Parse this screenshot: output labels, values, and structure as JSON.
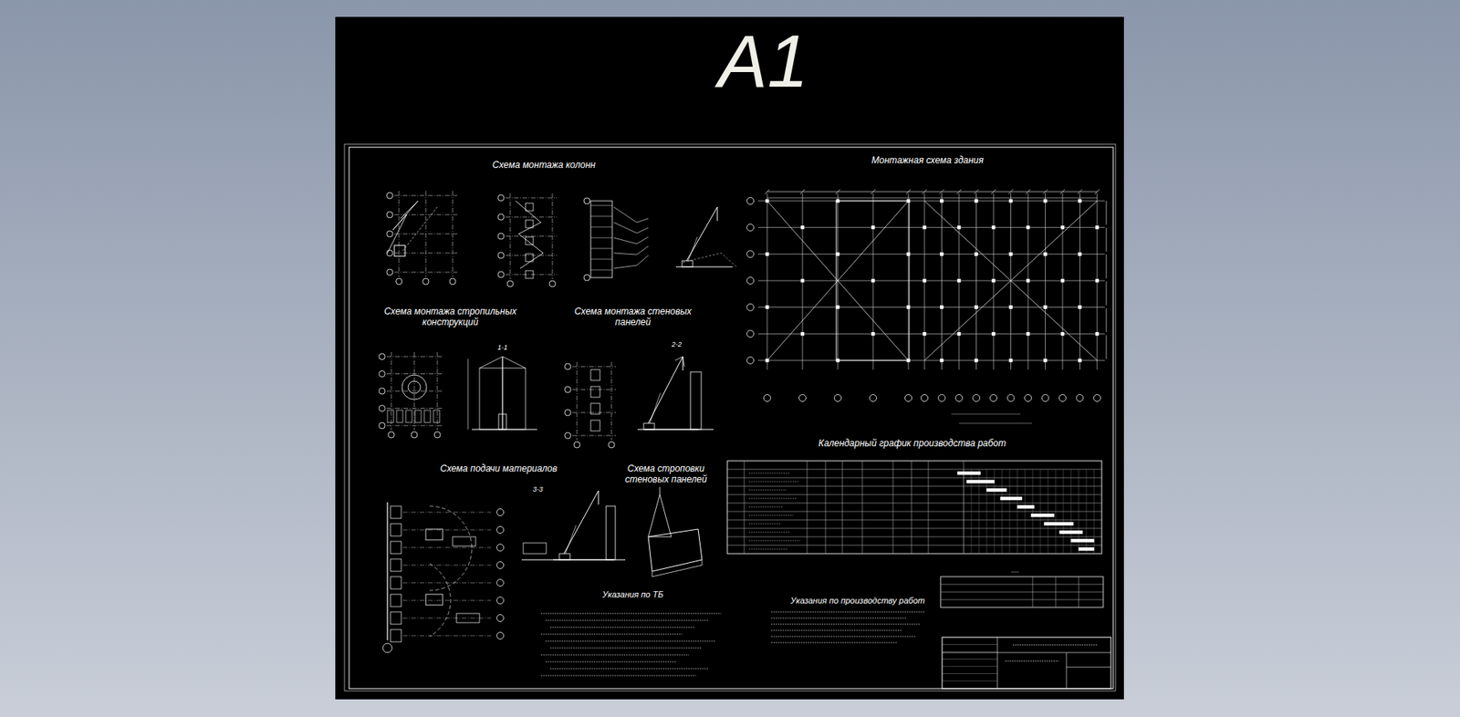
{
  "diagram": {
    "title": "A1",
    "labels": [
      "Схема монтажа колонн",
      "Монтажная схема здания",
      "Схема монтажа стропильных конструкций",
      "Схема монтажа стеновых панелей",
      "1-1",
      "2-2",
      "Календарный график производства работ",
      "Схема подачи материалов",
      "Схема строповки стеновых панелей",
      "3-3",
      "Указания по ТБ",
      "Указания по производству работ"
    ]
  }
}
